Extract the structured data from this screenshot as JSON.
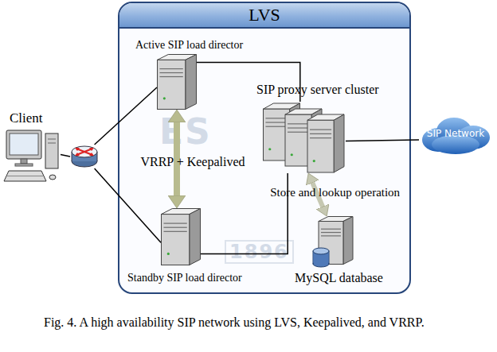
{
  "diagram": {
    "caption": "Fig. 4. A high availability SIP network using LVS, Keepalived, and VRRP.",
    "nodes": [
      {
        "text": [
          "LVS"
        ]
      },
      {
        "text": [
          "Client"
        ]
      },
      {
        "text": []
      },
      {
        "text": [
          "Active SIP load director"
        ],
        "in": 0
      },
      {
        "text": [
          "SIP proxy server cluster"
        ],
        "in": 0
      },
      {
        "text": [
          "Standby SIP load director"
        ],
        "in": 0
      },
      {
        "text": [
          "MySQL database"
        ],
        "in": 0
      },
      {
        "text": [
          "SIP Network"
        ]
      }
    ],
    "edges": [
      {
        "from": 1,
        "to": 2,
        "arrow": "none"
      },
      {
        "from": 2,
        "to": 3,
        "arrow": "none"
      },
      {
        "from": 2,
        "to": 5,
        "arrow": "none"
      },
      {
        "from": 3,
        "to": 4,
        "arrow": "none"
      },
      {
        "from": 5,
        "to": 4,
        "arrow": "none"
      },
      {
        "from": 4,
        "to": 7,
        "arrow": "none"
      },
      {
        "from": 3,
        "to": 5,
        "label": "VRRP + Keepalived",
        "arrow": "both"
      },
      {
        "from": 4,
        "to": 6,
        "label": "Store and lookup operation",
        "arrow": "both"
      }
    ],
    "labels": [
      "ES",
      "1896"
    ]
  }
}
